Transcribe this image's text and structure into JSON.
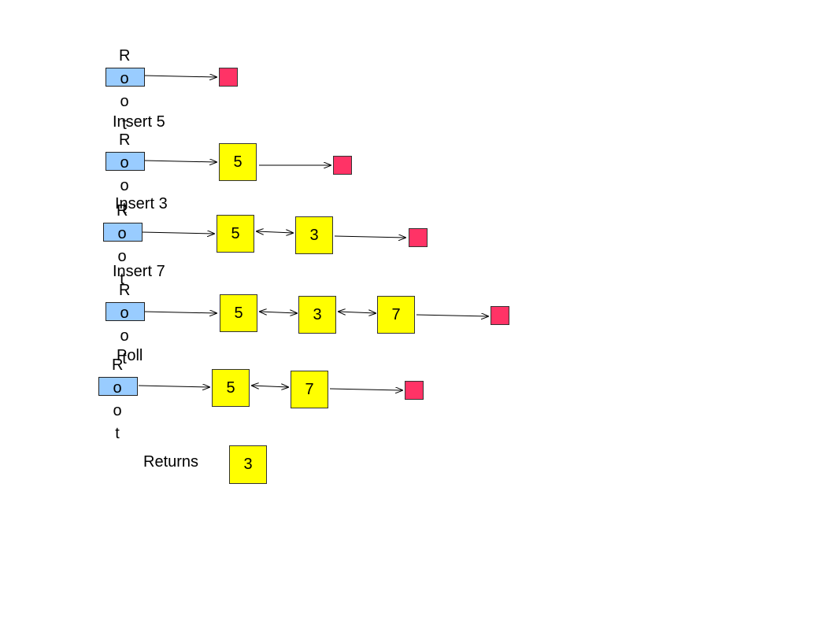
{
  "root_label": "Root",
  "steps": [
    {
      "operation": "",
      "root": "Root",
      "nodes": []
    },
    {
      "operation": "Insert 5",
      "root": "Root",
      "nodes": [
        "5"
      ]
    },
    {
      "operation": "Insert 3",
      "root": "Root",
      "nodes": [
        "5",
        "3"
      ]
    },
    {
      "operation": "Insert 7",
      "root": "Root",
      "nodes": [
        "5",
        "3",
        "7"
      ]
    },
    {
      "operation": "Poll",
      "root": "Root",
      "nodes": [
        "5",
        "7"
      ]
    }
  ],
  "result": {
    "label": "Returns",
    "value": "3"
  },
  "colors": {
    "root_fill": "#99ccff",
    "node_fill": "#ffff00",
    "null_fill": "#ff3366",
    "line": "#000000"
  }
}
